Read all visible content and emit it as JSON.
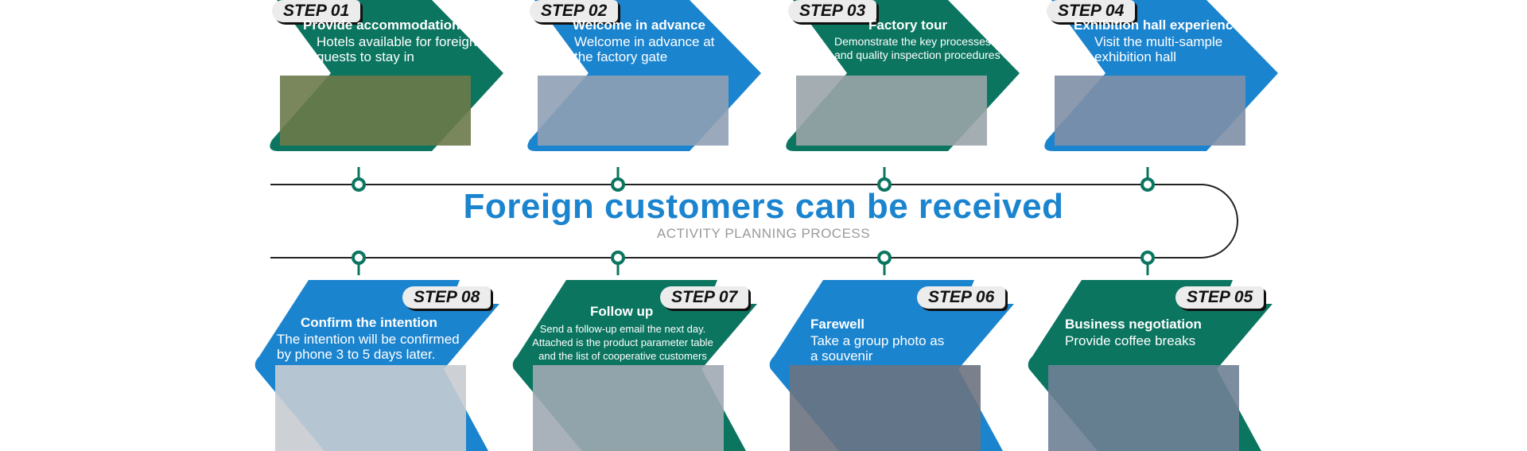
{
  "title": "Foreign customers can be received",
  "subtitle": "ACTIVITY PLANNING PROCESS",
  "colors": {
    "green": "#0b7560",
    "blue": "#1b84cf",
    "title": "#1b84cf",
    "subtitle": "#9a9a9a",
    "line": "#222222"
  },
  "steps": [
    {
      "tab": "STEP 01",
      "title": "Provide accommodation",
      "desc": [
        "Hotels available for foreign",
        "guests to stay in"
      ],
      "color": "green",
      "photo": "lantern-garden-photo"
    },
    {
      "tab": "STEP 02",
      "title": "Welcome in advance",
      "desc": [
        "Welcome in advance at",
        "the factory gate"
      ],
      "color": "blue",
      "photo": "handshake-photo"
    },
    {
      "tab": "STEP 03",
      "title": "Factory tour",
      "desc": [
        "Demonstrate the key processes",
        "and quality inspection procedures"
      ],
      "color": "green",
      "photo": "factory-photo"
    },
    {
      "tab": "STEP 04",
      "title": "Exhibition hall experience",
      "desc": [
        "Visit the multi-sample",
        "exhibition hall"
      ],
      "color": "blue",
      "photo": "exhibition-hall-photo"
    },
    {
      "tab": "STEP 05",
      "title": "Business negotiation",
      "desc": [
        "Provide coffee breaks"
      ],
      "color": "green",
      "photo": "meeting-photo"
    },
    {
      "tab": "STEP 06",
      "title": "Farewell",
      "desc": [
        "Take a group photo as",
        "a souvenir"
      ],
      "color": "blue",
      "photo": "farewell-car-photo"
    },
    {
      "tab": "STEP 07",
      "title": "Follow up",
      "desc": [
        "Send a follow-up email the next day.",
        "Attached is the product parameter table",
        "and the list of cooperative customers"
      ],
      "color": "green",
      "photo": "office-photo"
    },
    {
      "tab": "STEP 08",
      "title": "Confirm the intention",
      "desc": [
        "The intention will be confirmed",
        "by phone 3 to 5 days later."
      ],
      "color": "blue",
      "photo": "signing-photo"
    }
  ]
}
